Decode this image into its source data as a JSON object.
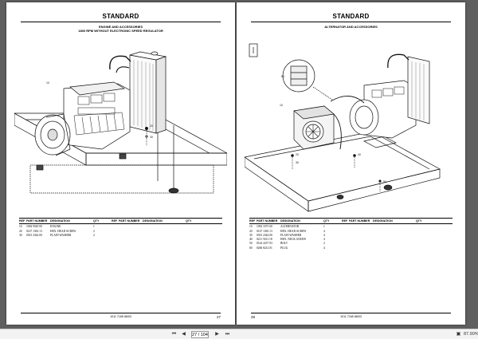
{
  "left_page": {
    "heading": "STANDARD",
    "subtitle_1": "ENGINE AND ACCESSORIES",
    "subtitle_2": "1800 RPM WITHOUT ELECTRONIC SPEED REGULATOR",
    "columns": {
      "ref": "REF",
      "part_number": "PART NUMBER",
      "designation": "DESIGNATION",
      "qty": "QTY"
    },
    "rows": [
      {
        "ref": "10",
        "part_number": "1094 9549 00",
        "designation": "ENGINE",
        "qty": "1"
      },
      {
        "ref": "20",
        "part_number": "0147 1363 13",
        "designation": "HEX. HEAD SCREW",
        "qty": "2"
      },
      {
        "ref": "30",
        "part_number": "0301 2344 00",
        "designation": "PLAIN WASHER",
        "qty": "2"
      }
    ],
    "page_number": "27",
    "doc_code": "1011 7165 88/03"
  },
  "right_page": {
    "heading": "STANDARD",
    "subtitle_1": "ALTERNATOR AND ACCESSORIES",
    "columns": {
      "ref": "REF",
      "part_number": "PART NUMBER",
      "designation": "DESIGNATION",
      "qty": "QTY"
    },
    "rows": [
      {
        "ref": "10",
        "part_number": "1092 3375 00",
        "designation": "ALTERNATOR",
        "qty": "1"
      },
      {
        "ref": "20",
        "part_number": "0147 1363 13",
        "designation": "HEX. HEAD SCREW",
        "qty": "4"
      },
      {
        "ref": "30",
        "part_number": "0301 2344 00",
        "designation": "PLAIN WASHER",
        "qty": "4"
      },
      {
        "ref": "40",
        "part_number": "0211 5161 18",
        "designation": "HEX. NECK SCREW",
        "qty": "4"
      },
      {
        "ref": "50",
        "part_number": "0144 2237 03",
        "designation": "BOLT",
        "qty": "2"
      },
      {
        "ref": "60",
        "part_number": "0266 8212 01",
        "designation": "PLUG",
        "qty": "4"
      }
    ],
    "page_number": "28",
    "doc_code": "1011 7165 88/03"
  },
  "toolbar": {
    "page_field": "27 / 104",
    "zoom": "87.90%",
    "icons": [
      "first-page-icon",
      "prev-page-icon",
      "next-page-icon",
      "last-page-icon"
    ]
  }
}
